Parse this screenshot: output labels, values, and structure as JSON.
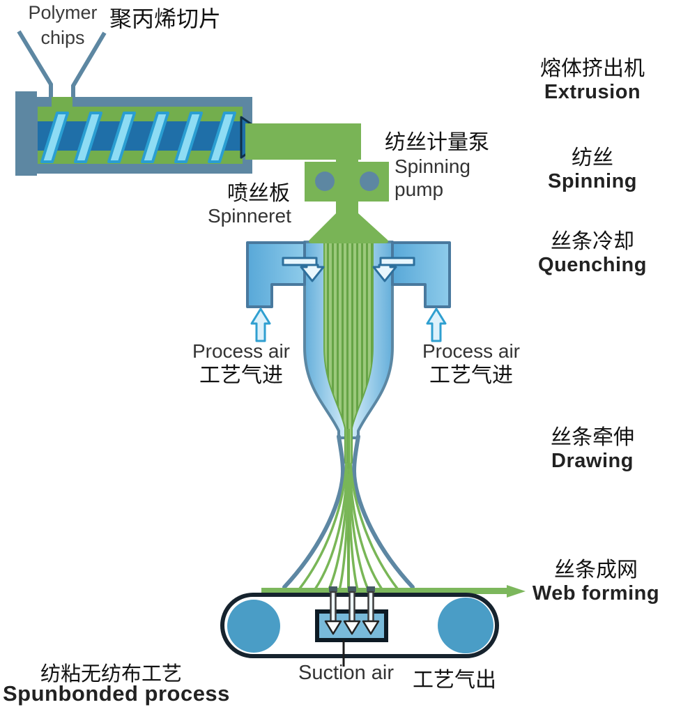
{
  "labels": {
    "polymer_chips_en": "Polymer chips",
    "polymer_chips_cn": "聚丙烯切片",
    "spinning_pump_cn": "纺丝计量泵",
    "spinning_pump_en": "Spinning pump",
    "spinneret_cn": "喷丝板",
    "spinneret_en": "Spinneret",
    "process_air_en": "Process air",
    "process_air_in_cn": "工艺气进",
    "suction_air_en": "Suction air",
    "suction_air_out_cn": "工艺气出",
    "spunbonded_cn": "纺粘无纺布工艺",
    "spunbonded_en": "Spunbonded process"
  },
  "stages": [
    {
      "id": "extrusion",
      "cn": "熔体挤出机",
      "en": "Extrusion"
    },
    {
      "id": "spinning",
      "cn": "纺丝",
      "en": "Spinning"
    },
    {
      "id": "quenching",
      "cn": "丝条冷却",
      "en": "Quenching"
    },
    {
      "id": "drawing",
      "cn": "丝条牵伸",
      "en": "Drawing"
    },
    {
      "id": "web_forming",
      "cn": "丝条成网",
      "en": "Web forming"
    }
  ],
  "colors": {
    "polymer_green": "#79b456",
    "filament_stripe_dark": "#66a446",
    "filament_stripe_light": "#9cc97c",
    "machine_slate": "#5d87a2",
    "screw_blue": "#1f6fa8",
    "screw_flight_blue": "#8edcf4",
    "quench_block_blue": "#6fb7e0",
    "air_arrow_fill": "#e9f7fd",
    "roller_blue": "#4a9dc6",
    "belt_outline": "#16232e",
    "text_dark": "#1a1a1a"
  }
}
